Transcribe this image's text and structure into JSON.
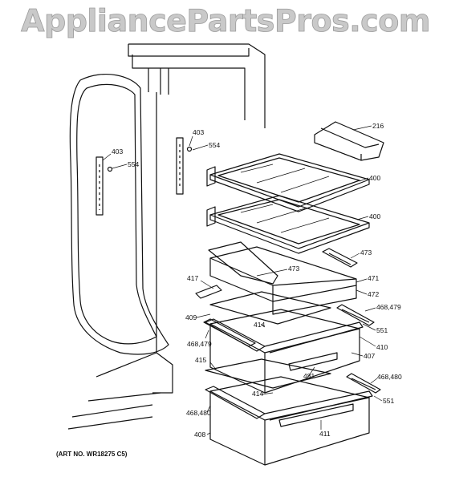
{
  "watermark": "AppliancePartsPros.com",
  "art_number": "(ART NO. WR18275 C5)",
  "parts": {
    "p216": "216",
    "p400a": "400",
    "p400b": "400",
    "p403a": "403",
    "p554a": "554",
    "p403b": "403",
    "p554b": "554",
    "p473a": "473",
    "p473b": "473",
    "p471": "471",
    "p472": "472",
    "p417": "417",
    "p409": "409",
    "p468479a": "468,479",
    "p468479b": "468,479",
    "p414a": "414",
    "p551a": "551",
    "p410": "410",
    "p407": "407",
    "p415": "415",
    "p481": "481",
    "p468480a": "468,480",
    "p468480b": "468,480",
    "p414b": "414",
    "p551b": "551",
    "p411": "411",
    "p408": "408"
  }
}
